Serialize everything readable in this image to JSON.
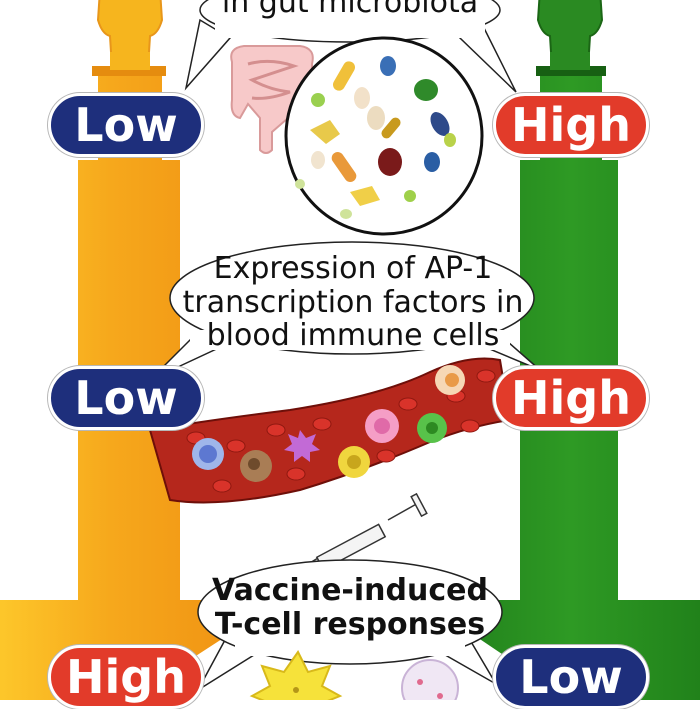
{
  "levels": [
    {
      "left": "Low",
      "right": "High"
    },
    {
      "left": "Low",
      "right": "High"
    },
    {
      "left": "High",
      "right": "Low"
    }
  ],
  "bubbles": {
    "microbiota": "in gut microbiota",
    "ap1_line1": "Expression of AP-1",
    "ap1_line2": "transcription factors in",
    "ap1_line3": "blood immune cells",
    "vaccine_line1": "Vaccine-induced",
    "vaccine_line2": "T-cell responses"
  },
  "colors": {
    "left_arrow": "#f2a119",
    "right_arrow": "#2d8b1f",
    "low_pill": "#1e2f7c",
    "high_pill": "#e23b2a",
    "blood_vessel": "#b5271c"
  },
  "icons": [
    "person-icon",
    "intestine-icon",
    "bacteria-circle-icon",
    "blood-vessel-icon",
    "syringe-icon",
    "t-cell-icon"
  ]
}
